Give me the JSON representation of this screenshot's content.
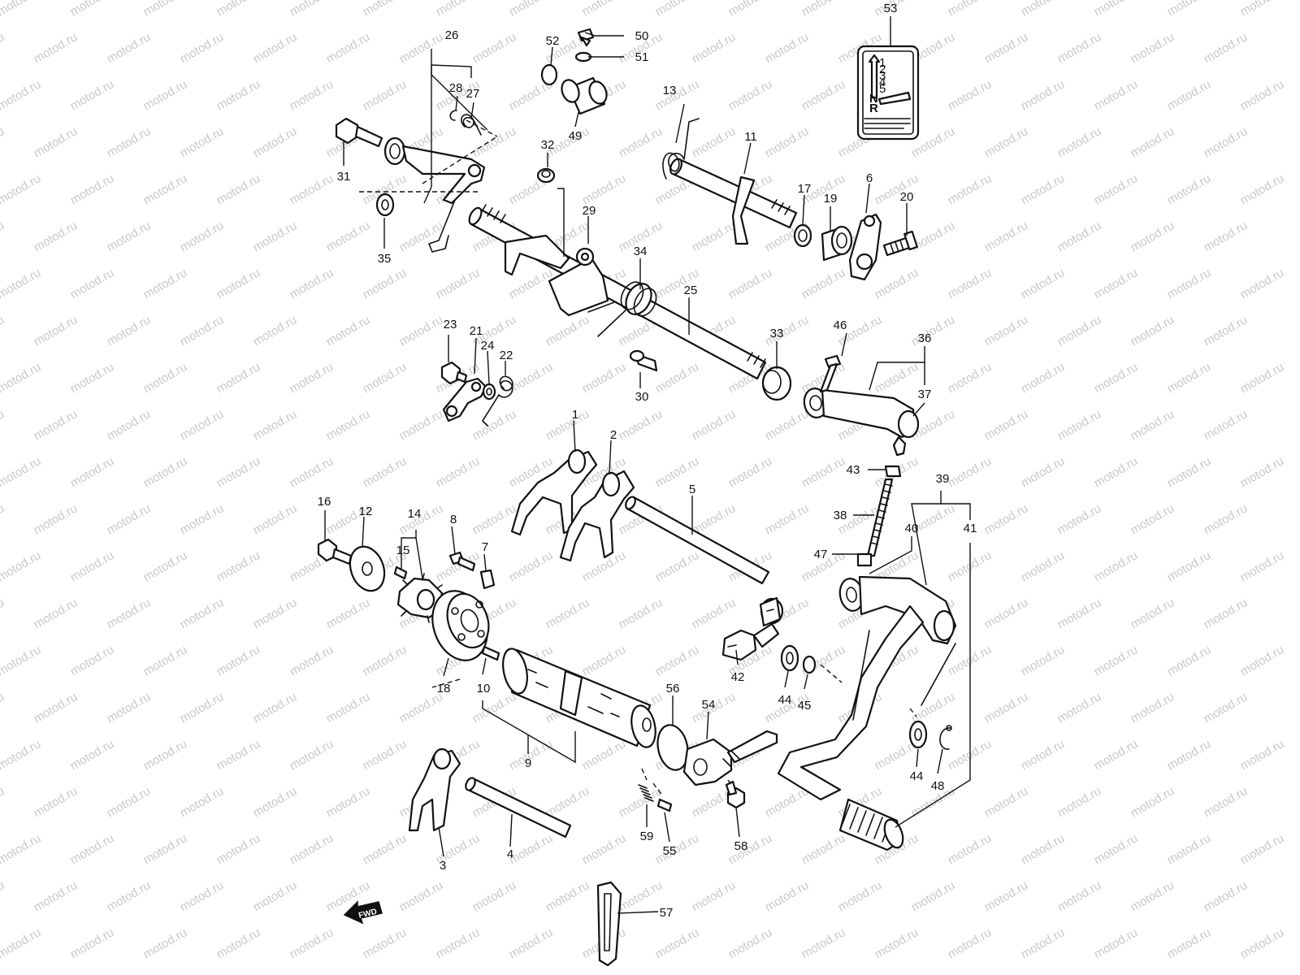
{
  "watermark": "motod.ru",
  "fwd_label": "FWD",
  "label_plate": {
    "gear_marks": [
      "1",
      "2",
      "3",
      "4",
      "5",
      "N",
      "R"
    ]
  },
  "callouts": [
    "1",
    "2",
    "3",
    "4",
    "5",
    "6",
    "7",
    "8",
    "9",
    "10",
    "11",
    "12",
    "13",
    "14",
    "15",
    "16",
    "17",
    "18",
    "19",
    "20",
    "21",
    "22",
    "23",
    "24",
    "25",
    "26",
    "27",
    "28",
    "29",
    "30",
    "31",
    "32",
    "33",
    "34",
    "35",
    "36",
    "37",
    "38",
    "39",
    "40",
    "41",
    "42",
    "43",
    "44",
    "44",
    "45",
    "46",
    "47",
    "48",
    "49",
    "50",
    "51",
    "52",
    "53",
    "54",
    "55",
    "56",
    "57",
    "58",
    "59"
  ]
}
